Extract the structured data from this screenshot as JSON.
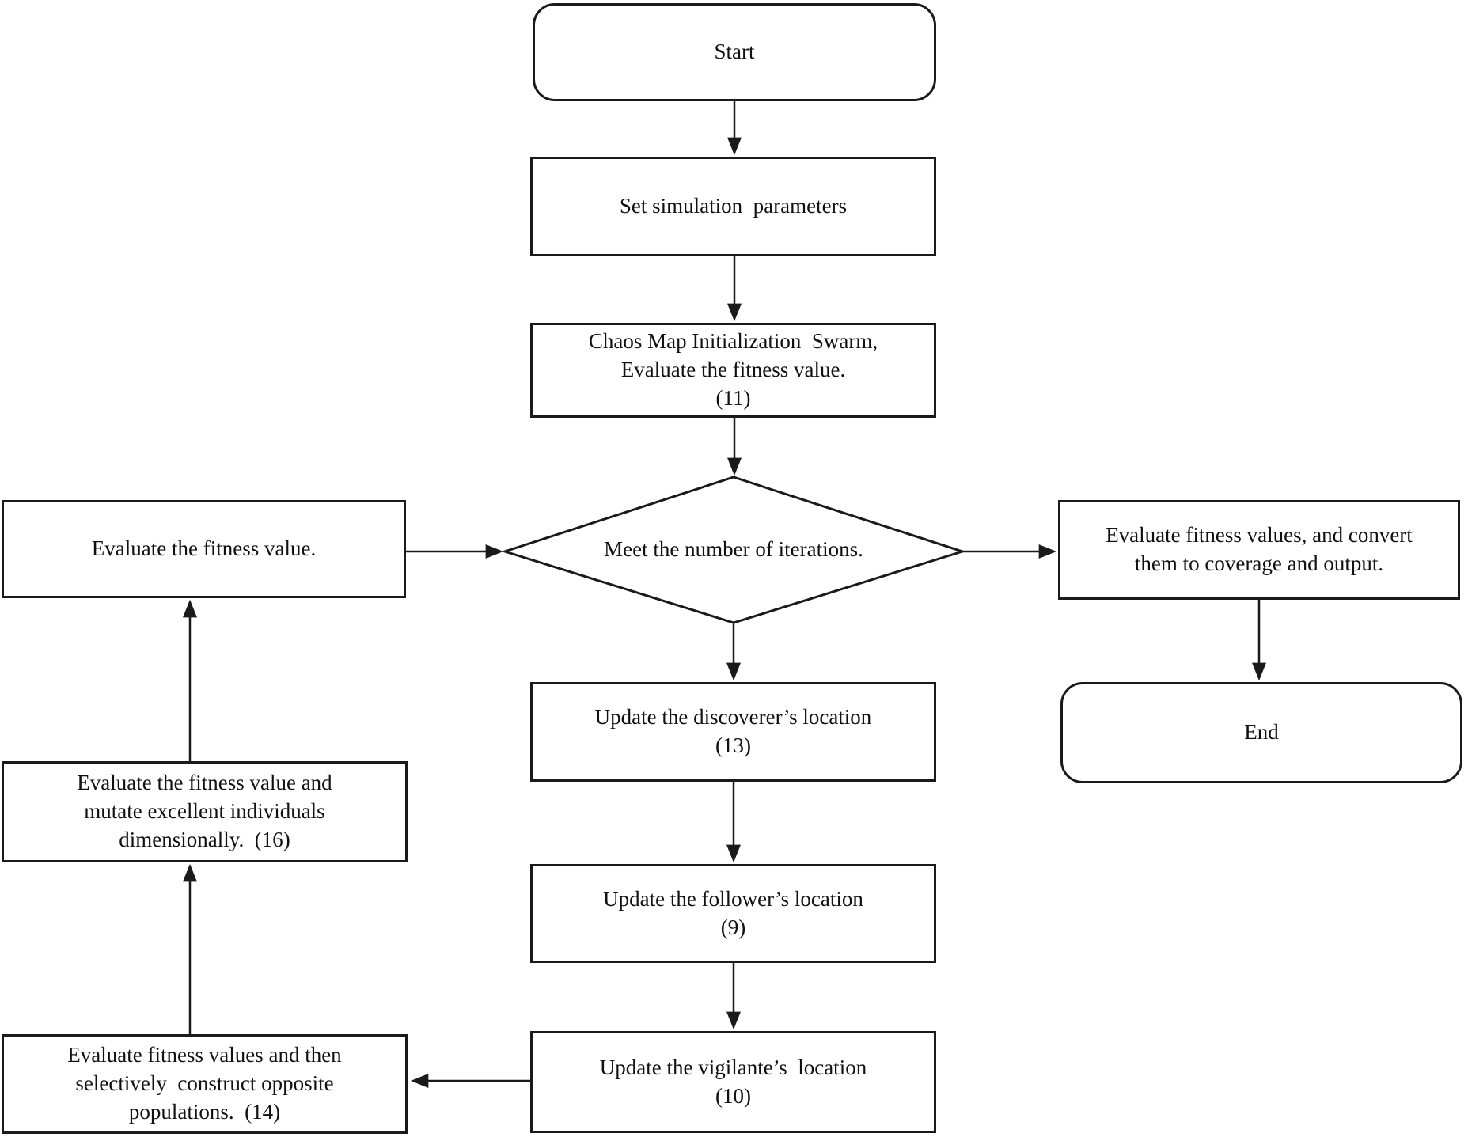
{
  "diagram": {
    "background_color": "#ffffff",
    "stroke_color": "#1a1a1a",
    "nodes": {
      "start": {
        "type": "terminator",
        "label": "Start"
      },
      "set_params": {
        "type": "process",
        "label": "Set simulation  parameters"
      },
      "chaos_init": {
        "type": "process",
        "label": "Chaos Map Initialization  Swarm,\nEvaluate the fitness value.\n(11)"
      },
      "iterations_check": {
        "type": "decision",
        "label": "Meet the number\nof iterations."
      },
      "eval_fitness": {
        "type": "process",
        "label": "Evaluate the fitness value."
      },
      "eval_convert": {
        "type": "process",
        "label": "Evaluate fitness values, and convert\nthem to coverage and output."
      },
      "end": {
        "type": "terminator",
        "label": "End"
      },
      "update_discoverer": {
        "type": "process",
        "label": "Update the discoverer’s location\n(13)"
      },
      "update_follower": {
        "type": "process",
        "label": "Update the follower’s location\n(9)"
      },
      "update_vigilante": {
        "type": "process",
        "label": "Update the vigilante’s  location\n(10)"
      },
      "construct_opposite": {
        "type": "process",
        "label": "Evaluate fitness values and then\nselectively  construct opposite\npopulations.  (14)"
      },
      "mutate_individuals": {
        "type": "process",
        "label": "Evaluate the fitness value and\nmutate excellent individuals\ndimensionally.  (16)"
      }
    }
  }
}
